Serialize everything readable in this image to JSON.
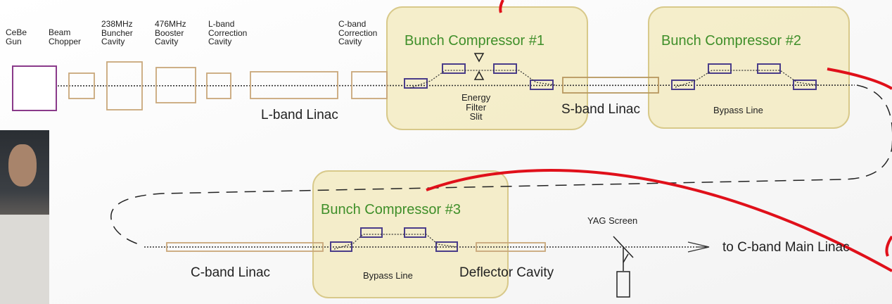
{
  "top_row": {
    "cebe_gun": [
      "CeBe",
      "Gun"
    ],
    "beam_chopper": [
      "Beam",
      "Chopper"
    ],
    "buncher_cavity": [
      "238MHz",
      "Buncher",
      "Cavity"
    ],
    "booster_cavity": [
      "476MHz",
      "Booster",
      "Cavity"
    ],
    "lband_correction": [
      "L-band",
      "Correction",
      "Cavity"
    ],
    "cband_correction": [
      "C-band",
      "Correction",
      "Cavity"
    ],
    "lband_linac": "L-band Linac",
    "sband_linac": "S-band Linac",
    "energy_filter": [
      "Energy",
      "Filter",
      "Slit"
    ]
  },
  "bunch_compressor_1": {
    "title": "Bunch Compressor #1"
  },
  "bunch_compressor_2": {
    "title": "Bunch Compressor #2",
    "sub": "Bypass Line"
  },
  "bunch_compressor_3": {
    "title": "Bunch Compressor #3",
    "sub": "Bypass Line"
  },
  "bottom_row": {
    "cband_linac": "C-band Linac",
    "deflector_cavity": "Deflector Cavity",
    "yag_screen": "YAG Screen",
    "to_main_linac": "to C-band Main Linac"
  },
  "colors": {
    "box_fill": "#f3ebc2",
    "box_stroke": "#d8c98a",
    "title_green": "#3f8f2a",
    "magnet_stroke": "#4a3d8a",
    "gun_stroke": "#8a3a8a",
    "cavity_stroke": "#c9a77a",
    "annotation_red": "#e0101a"
  }
}
